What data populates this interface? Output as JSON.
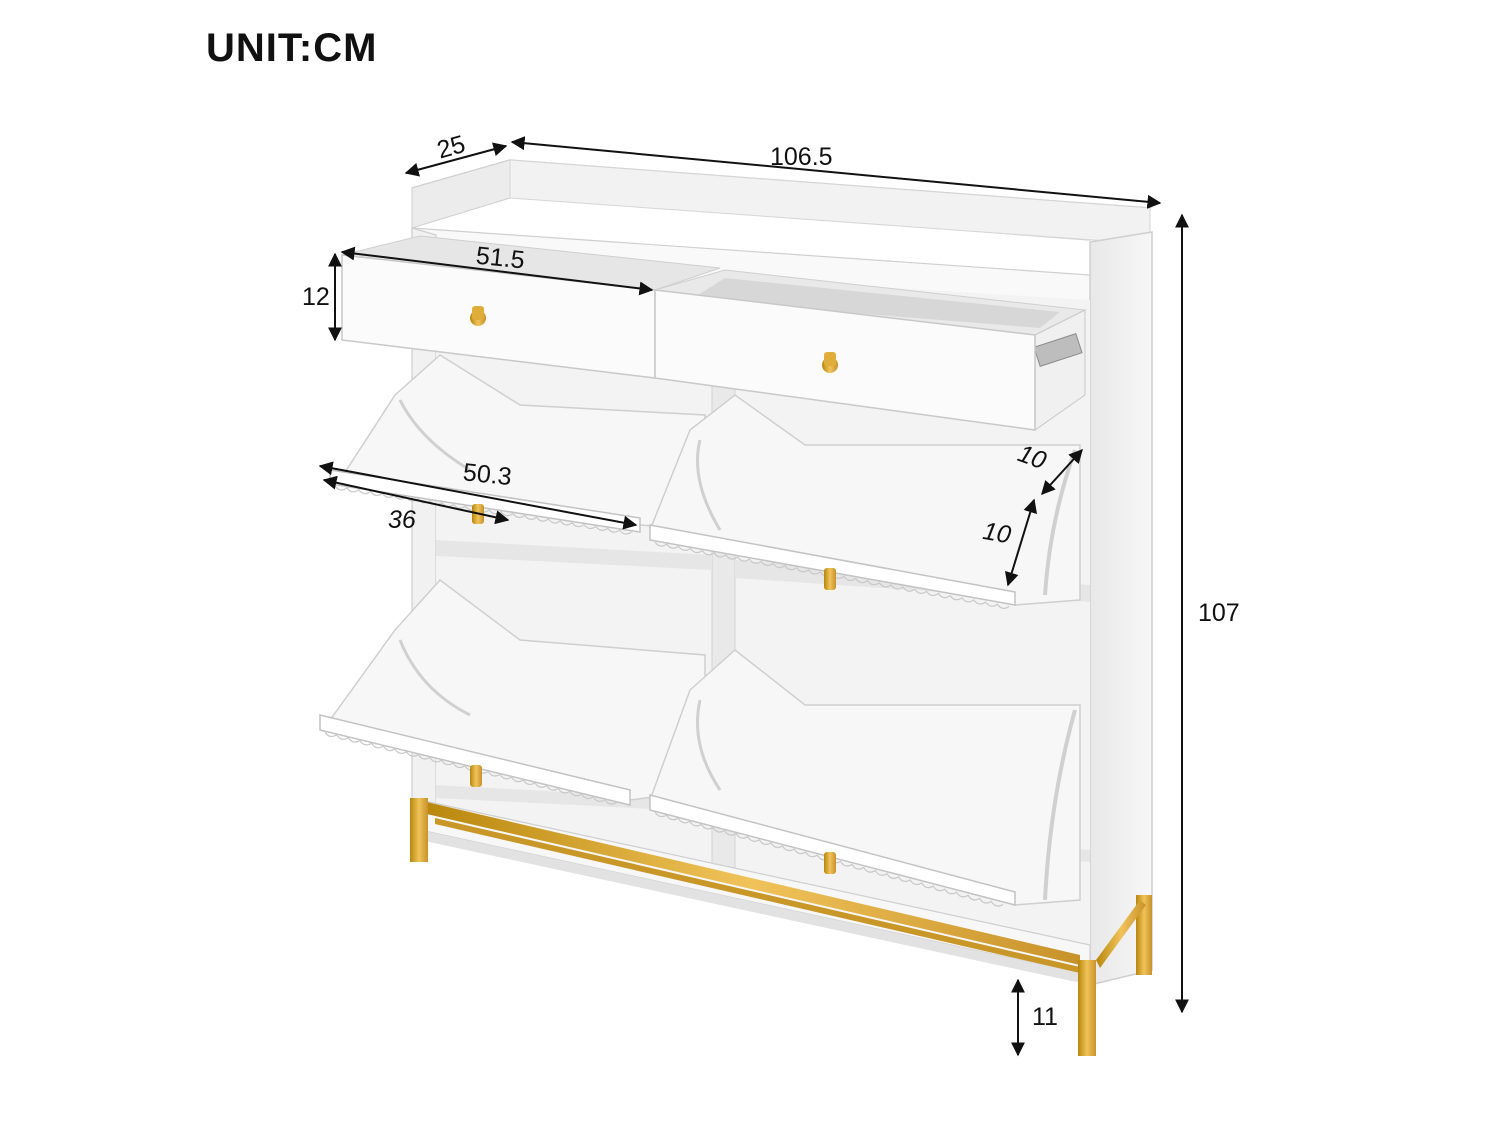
{
  "title": "UNIT:CM",
  "dimensions": {
    "depth": "25",
    "width": "106.5",
    "drawer_width": "51.5",
    "drawer_height": "12",
    "flap_width": "50.3",
    "flap_depth": "36",
    "flap_opening_a": "10",
    "flap_opening_b": "10",
    "total_height": "107",
    "leg_height": "11"
  },
  "colors": {
    "cabinet": "#f4f4f4",
    "cabinet_shade": "#e4e4e4",
    "edge": "#c9c9c9",
    "gold": "#d9a62e",
    "arrow": "#111111"
  }
}
